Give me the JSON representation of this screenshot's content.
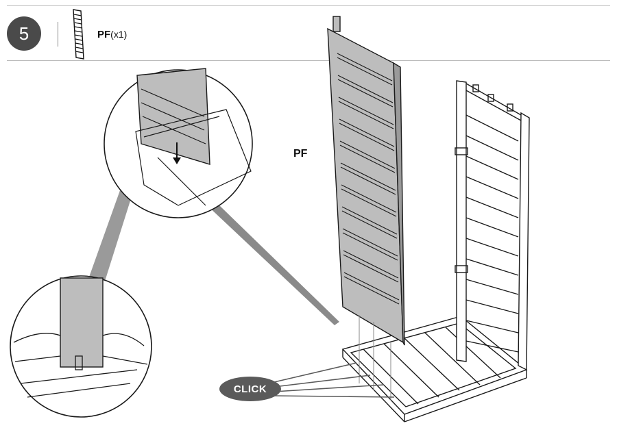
{
  "step": {
    "number": "5"
  },
  "part": {
    "code": "PF",
    "quantity": "(x1)",
    "icon": "panel-icon"
  },
  "labels": {
    "panel": "PF",
    "click": "CLICK"
  },
  "colors": {
    "panel_fill": "#b9b9b9",
    "line": "#1a1a1a",
    "badge": "#5a5a5a",
    "rule": "#b9b9b9"
  }
}
